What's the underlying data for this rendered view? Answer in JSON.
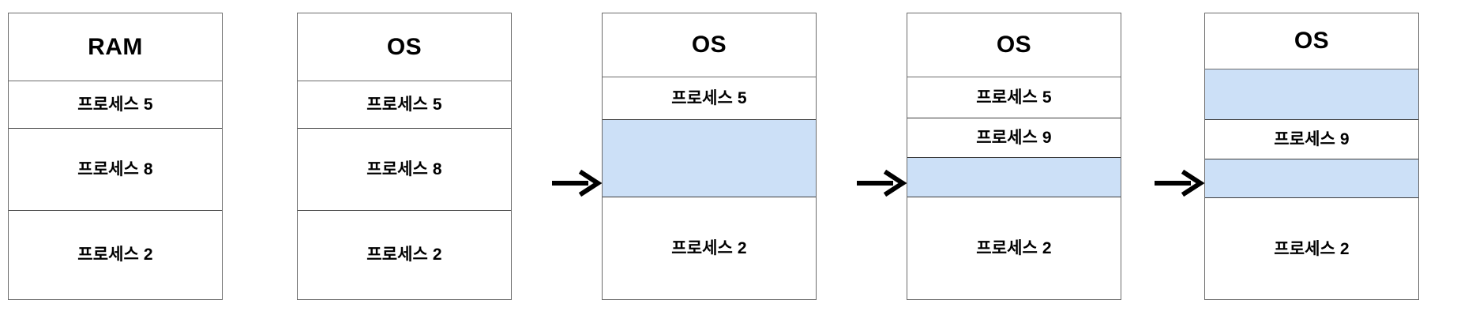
{
  "diagram": {
    "title_row_label_ram": "RAM",
    "title_row_label_os": "OS",
    "free_color": "#cce0f7",
    "border_color": "#3d3d3d",
    "blocks": [
      {
        "id": "block-1",
        "header": "RAM",
        "rows": [
          {
            "label": "프로세스 5",
            "free": false
          },
          {
            "label": "프로세스 8",
            "free": false
          },
          {
            "label": "프로세스 2",
            "free": false
          }
        ]
      },
      {
        "id": "block-2",
        "header": "OS",
        "rows": [
          {
            "label": "프로세스 5",
            "free": false
          },
          {
            "label": "프로세스 8",
            "free": false
          },
          {
            "label": "프로세스 2",
            "free": false
          }
        ]
      },
      {
        "id": "block-3",
        "header": "OS",
        "rows": [
          {
            "label": "프로세스 5",
            "free": false
          },
          {
            "label": "",
            "free": true
          },
          {
            "label": "프로세스 2",
            "free": false
          }
        ]
      },
      {
        "id": "block-4",
        "header": "OS",
        "rows": [
          {
            "label": "프로세스 5",
            "free": false
          },
          {
            "label": "프로세스 9",
            "free": false
          },
          {
            "label": "",
            "free": true
          },
          {
            "label": "프로세스 2",
            "free": false
          }
        ]
      },
      {
        "id": "block-5",
        "header": "OS",
        "rows": [
          {
            "label": "",
            "free": true
          },
          {
            "label": "프로세스 9",
            "free": false
          },
          {
            "label": "",
            "free": true
          },
          {
            "label": "프로세스 2",
            "free": false
          }
        ]
      }
    ],
    "arrows": [
      {
        "id": "arrow-1",
        "from": "block-2",
        "to": "block-3"
      },
      {
        "id": "arrow-2",
        "from": "block-3",
        "to": "block-4"
      },
      {
        "id": "arrow-3",
        "from": "block-4",
        "to": "block-5"
      }
    ]
  }
}
